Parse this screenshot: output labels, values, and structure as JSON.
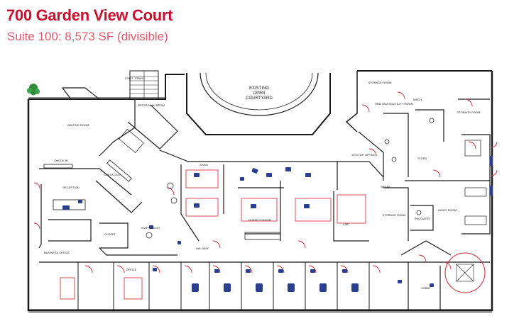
{
  "header": {
    "title": "700 Garden View Court",
    "subtitle": "Suite 100: 8,573 SF (divisible)"
  },
  "colors": {
    "title": "#c8102e",
    "subtitle": "#e05a6b",
    "walls": "#1a1a1a",
    "doors": "#d0202a",
    "chairs": "#2a3f8f",
    "tree": "#2e8b3a"
  },
  "plan": {
    "courtyard_label": [
      "EXISTING",
      "OPEN",
      "COURTYARD"
    ],
    "rooms": [
      {
        "key": "waiting",
        "label": "WAITING ROOM"
      },
      {
        "key": "stairs",
        "label": "EXIST. STAIRS"
      },
      {
        "key": "restroom_top",
        "label": "RESTROOM/ ROOM"
      },
      {
        "key": "storage_top",
        "label": "STORAGE ROOM"
      },
      {
        "key": "med_waste",
        "label": "MED WASTE/UTILITY ROOM"
      },
      {
        "key": "storage_right",
        "label": "STORAGE ROOM"
      },
      {
        "key": "check_in",
        "label": "CHECK-IN"
      },
      {
        "key": "checkout",
        "label": "CHECK-OUT"
      },
      {
        "key": "reception",
        "label": "RECEPTION"
      },
      {
        "key": "closet",
        "label": "CLOSET"
      },
      {
        "key": "staff_toilet",
        "label": "STAFF TOILET"
      },
      {
        "key": "business",
        "label": "BUSINESS OFFICE"
      },
      {
        "key": "lab",
        "label": "LAB"
      },
      {
        "key": "steril",
        "label": "STERIL"
      },
      {
        "key": "nurse",
        "label": "NURSE STATION"
      },
      {
        "key": "hallway",
        "label": "HALLWAY"
      },
      {
        "key": "doctor_office",
        "label": "DOCTOR OFFICE"
      },
      {
        "key": "break",
        "label": "BREAK"
      },
      {
        "key": "storage_mid",
        "label": "STORAGE ROOM"
      },
      {
        "key": "recovery",
        "label": "RECOVERY"
      },
      {
        "key": "audio",
        "label": "AUDIO ROOM"
      },
      {
        "key": "lobby",
        "label": "LOBBY"
      },
      {
        "key": "exam",
        "label": "EXAM"
      },
      {
        "key": "office",
        "label": "OFFICE"
      },
      {
        "key": "mech",
        "label": "MECH"
      }
    ]
  }
}
